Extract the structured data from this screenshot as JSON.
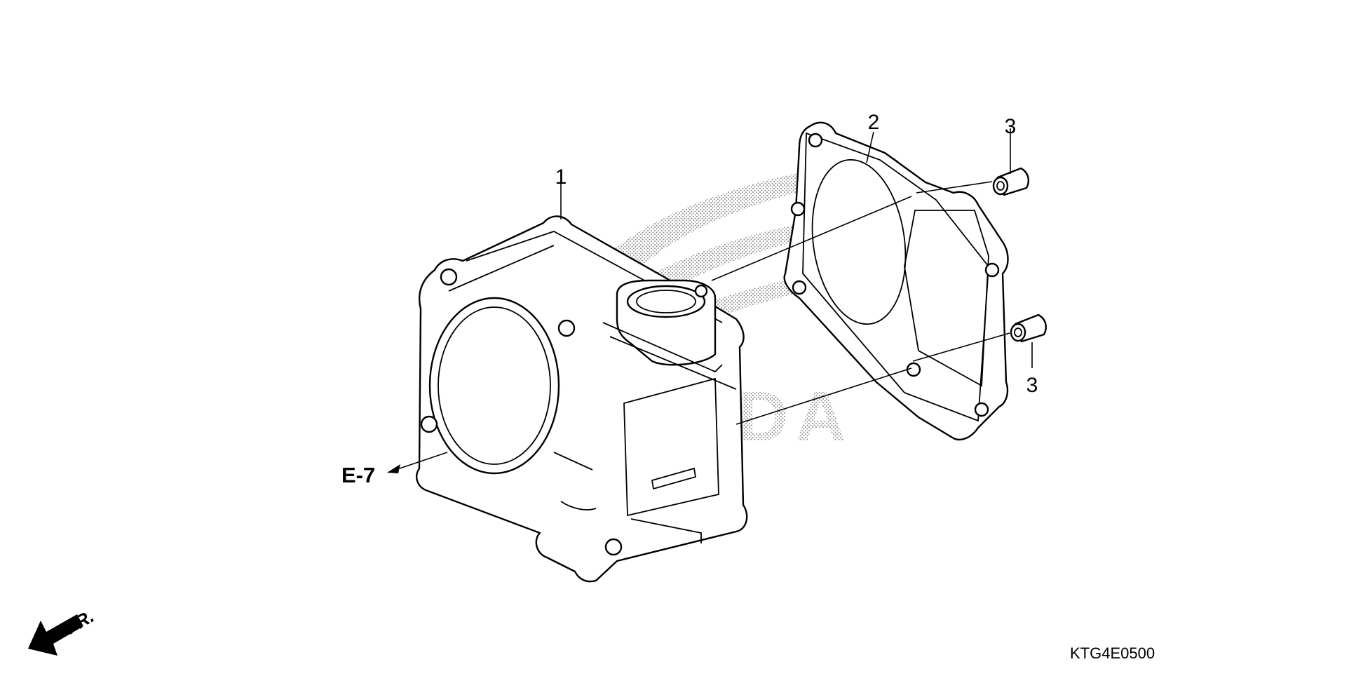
{
  "diagram": {
    "watermark": "HONDA",
    "callouts": [
      {
        "id": "part-1",
        "label": "1"
      },
      {
        "id": "part-2",
        "label": "2"
      },
      {
        "id": "part-3a",
        "label": "3"
      },
      {
        "id": "part-3b",
        "label": "3"
      }
    ],
    "reference": "E-7",
    "front_marker": "FR.",
    "diagram_code": "KTG4E0500"
  }
}
